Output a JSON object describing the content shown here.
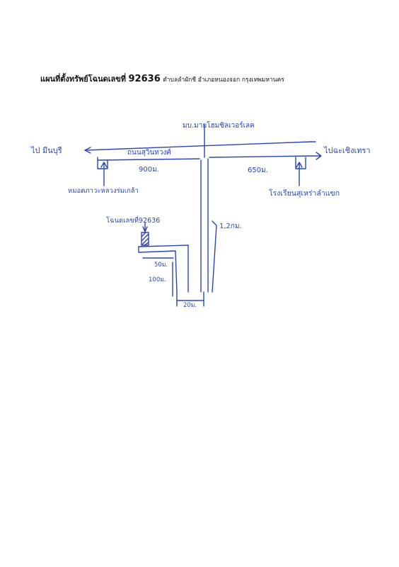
{
  "title": {
    "prefix": "แผนที่ตั้งทรัพย์โฉนดเลขที่",
    "deed_number": "92636",
    "location": "ตำบลลำผักชี อำเภอหนองจอก กรุงเทพมหานคร"
  },
  "map": {
    "ink_color": "#2a45b8",
    "village_label": "มบ.มายโฮมซิลเวอร์เลค",
    "main_road_label": "ถนนสุวินทวงศ์",
    "to_left": "ไป มีนบุรี",
    "to_right": "ไปฉะเชิงเทรา",
    "dist_left": "900ม.",
    "dist_right": "650ม.",
    "landmark_left": "หมอตภาวะหลวงร่มเกล้า",
    "landmark_right": "โรงเรียนสุเหร่าลำแขก",
    "soi_distance": "1,2กม.",
    "parcel_label": "โฉนดเลขที่92636",
    "dist_50": "50ม.",
    "dist_100": "100ม.",
    "dist_20": "20ม."
  }
}
